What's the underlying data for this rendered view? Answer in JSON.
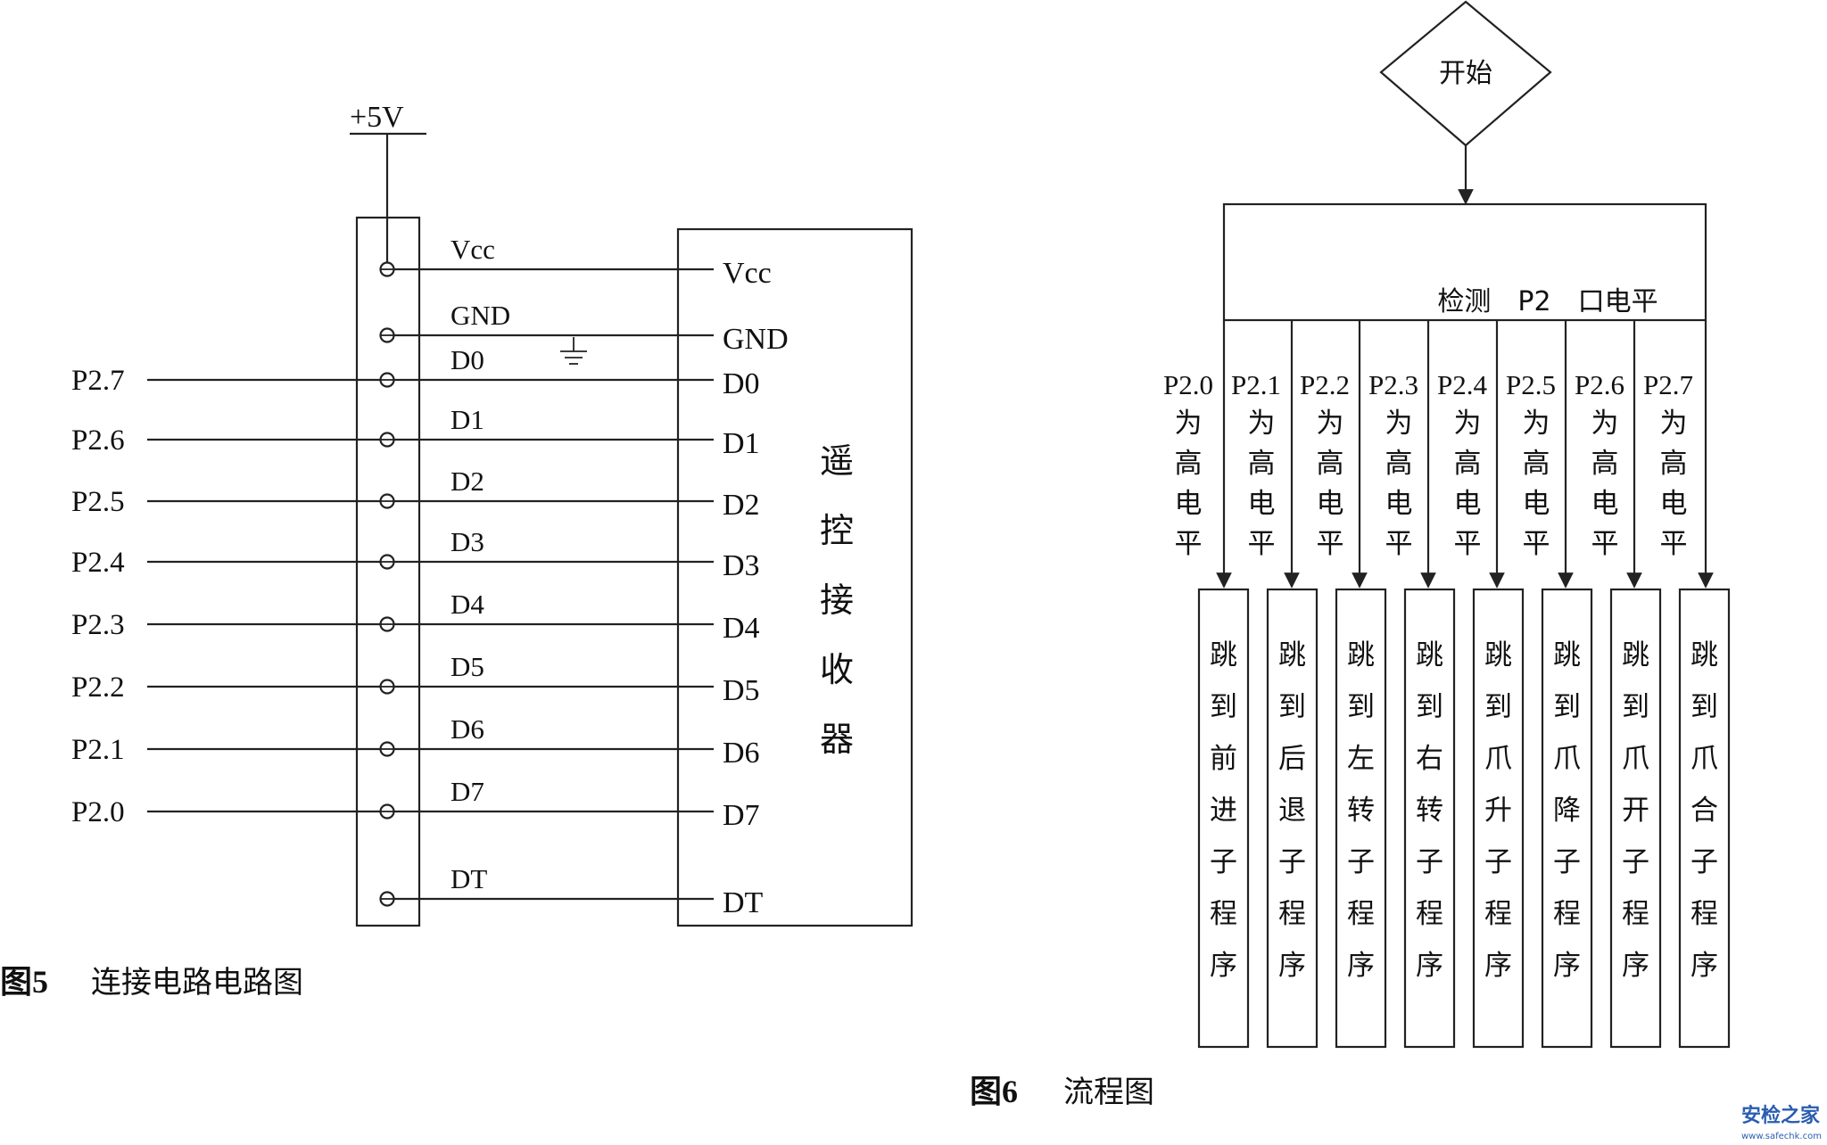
{
  "circuit": {
    "supply_label": "+5V",
    "connector_labels": [
      "Vcc",
      "GND",
      "D0",
      "D1",
      "D2",
      "D3",
      "D4",
      "D5",
      "D6",
      "D7",
      "DT"
    ],
    "port_labels": [
      "P2.7",
      "P2.6",
      "P2.5",
      "P2.4",
      "P2.3",
      "P2.2",
      "P2.1",
      "P2.0"
    ],
    "receiver_pins": [
      "Vcc",
      "GND",
      "D0",
      "D1",
      "D2",
      "D3",
      "D4",
      "D5",
      "D6",
      "D7",
      "DT"
    ],
    "receiver_name": [
      "遥",
      "控",
      "接",
      "收",
      "器"
    ],
    "caption_num": "图5",
    "caption_text": "连接电路电路图"
  },
  "flowchart": {
    "start_label": "开始",
    "detect_label": "检测　P2　口电平",
    "branches": [
      {
        "port": "P2.0",
        "condition": [
          "为",
          "高",
          "电",
          "平"
        ],
        "action": [
          "跳",
          "到",
          "前",
          "进",
          "子",
          "程",
          "序"
        ]
      },
      {
        "port": "P2.1",
        "condition": [
          "为",
          "高",
          "电",
          "平"
        ],
        "action": [
          "跳",
          "到",
          "后",
          "退",
          "子",
          "程",
          "序"
        ]
      },
      {
        "port": "P2.2",
        "condition": [
          "为",
          "高",
          "电",
          "平"
        ],
        "action": [
          "跳",
          "到",
          "左",
          "转",
          "子",
          "程",
          "序"
        ]
      },
      {
        "port": "P2.3",
        "condition": [
          "为",
          "高",
          "电",
          "平"
        ],
        "action": [
          "跳",
          "到",
          "右",
          "转",
          "子",
          "程",
          "序"
        ]
      },
      {
        "port": "P2.4",
        "condition": [
          "为",
          "高",
          "电",
          "平"
        ],
        "action": [
          "跳",
          "到",
          "爪",
          "升",
          "子",
          "程",
          "序"
        ]
      },
      {
        "port": "P2.5",
        "condition": [
          "为",
          "高",
          "电",
          "平"
        ],
        "action": [
          "跳",
          "到",
          "爪",
          "降",
          "子",
          "程",
          "序"
        ]
      },
      {
        "port": "P2.6",
        "condition": [
          "为",
          "高",
          "电",
          "平"
        ],
        "action": [
          "跳",
          "到",
          "爪",
          "开",
          "子",
          "程",
          "序"
        ]
      },
      {
        "port": "P2.7",
        "condition": [
          "为",
          "高",
          "电",
          "平"
        ],
        "action": [
          "跳",
          "到",
          "爪",
          "合",
          "子",
          "程",
          "序"
        ]
      }
    ],
    "caption_num": "图6",
    "caption_text": "流程图"
  },
  "watermark": {
    "brand": "安检之家",
    "url": "www.safechk.com"
  }
}
